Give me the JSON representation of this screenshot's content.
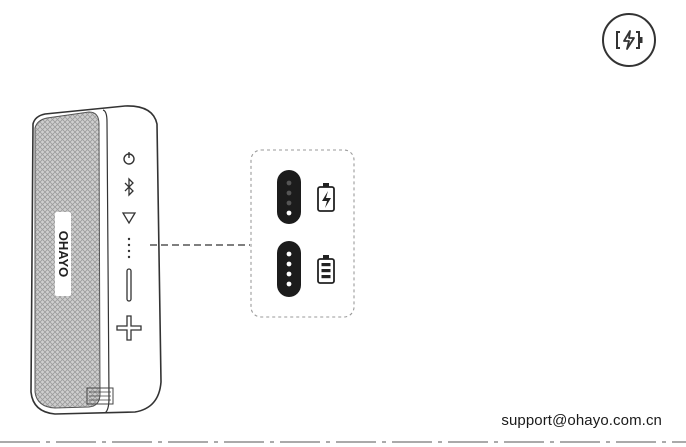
{
  "page": {
    "support_email": "support@ohayo.com.cn",
    "brand_mark": "OHAYO"
  },
  "icons": {
    "charging_badge": "battery-charging-icon",
    "speaker": "speaker-illustration",
    "power": "power-icon",
    "bluetooth": "bluetooth-icon",
    "play": "play-icon",
    "minus": "volume-down-icon",
    "plus": "volume-up-icon",
    "indicator_charging": "battery-charging-icon",
    "indicator_full": "battery-full-icon"
  },
  "indicators": {
    "charging": {
      "lit_dots": 1,
      "total_dots": 4
    },
    "full": {
      "lit_dots": 4,
      "total_dots": 4
    }
  },
  "colors": {
    "line": "#333333",
    "pill": "#1c1c1c",
    "dot_on": "#ffffff",
    "dot_off": "#555555",
    "dashed_frame": "#9a9a9a"
  }
}
